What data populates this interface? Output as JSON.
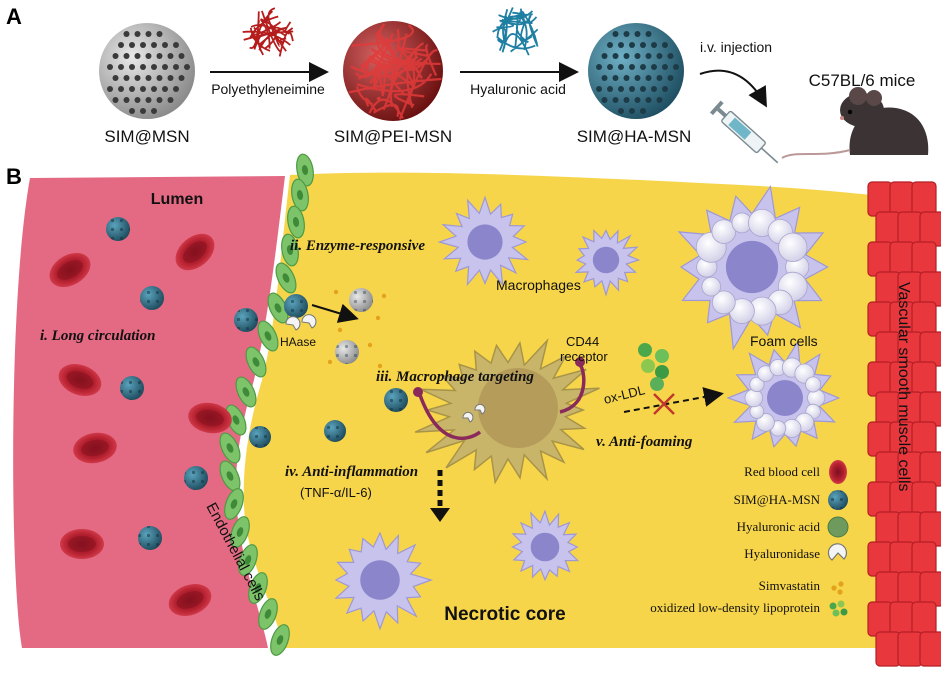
{
  "panel_a": {
    "letter": "A",
    "particles": [
      {
        "label": "SIM@MSN"
      },
      {
        "label": "SIM@PEI-MSN"
      },
      {
        "label": "SIM@HA-MSN"
      }
    ],
    "arrow_labels": [
      "Polyethyleneimine",
      "Hyaluronic acid"
    ],
    "injection_label": "i.v. injection",
    "mouse_label": "C57BL/6 mice"
  },
  "panel_b": {
    "letter": "B",
    "lumen": "Lumen",
    "step_i": "i. Long  circulation",
    "step_ii": "ii. Enzyme-responsive",
    "step_iii": "iii. Macrophage targeting",
    "step_iv": "iv. Anti-inflammation",
    "step_iv_sub": "(TNF-α/IL-6)",
    "step_v": "v. Anti-foaming",
    "haase": "HAase",
    "cd44": "CD44",
    "receptor": "receptor",
    "macrophages": "Macrophages",
    "foam_cells": "Foam cells",
    "ox_ldl": "ox-LDL",
    "necrotic_core": "Necrotic core",
    "endothelial": "Endothelial cells",
    "vsmc": "Vascular smooth muscle cells",
    "legend": [
      "Red blood cell",
      "SIM@HA-MSN",
      "Hyaluronic acid",
      "Hyaluronidase",
      "Simvastatin",
      "oxidized low-density lipoprotein"
    ]
  },
  "colors": {
    "lumen": "#e46a84",
    "plaque": "#f7d54a",
    "endothelium": "#7cc36a",
    "vsmc": "#e8383d",
    "rbc": "#c8283c",
    "nanoparticle": "#2f6f86",
    "macrophage": "#c7c3ec",
    "nucleus": "#8b86cc"
  }
}
